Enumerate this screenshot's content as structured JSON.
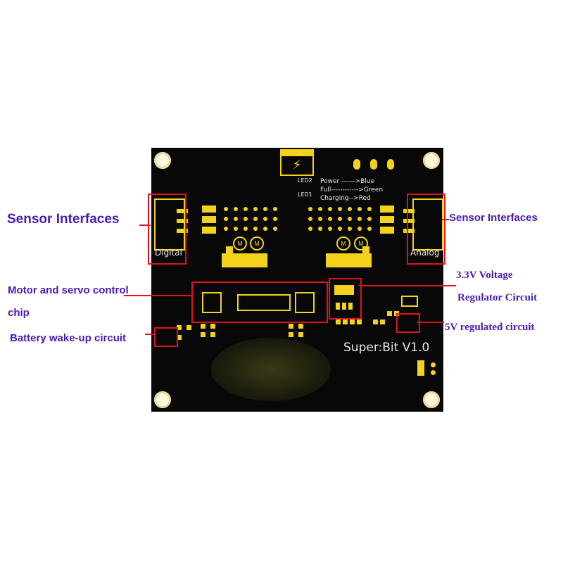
{
  "board": {
    "title": "Super:Bit  V1.0",
    "digital_label": "Digital",
    "analog_label": "Analog",
    "led2_label": "LED2",
    "led1_label": "LED1",
    "power_label": "Power ------>Blue",
    "full_label": "Full------------>Green",
    "charging_label": "Charging-->Red",
    "motor_symbol": "M",
    "power_icon": "lightning-bolt-icon"
  },
  "annotations": {
    "sensor_left": "Sensor Interfaces",
    "sensor_right": "Sensor Interfaces",
    "motor_line1": "Motor and servo control",
    "motor_line2": "chip",
    "battery": "Battery wake-up circuit",
    "reg33_line1": "3.3V Voltage",
    "reg33_line2": "Regulator Circuit",
    "reg5v": "5V regulated circuit"
  },
  "colors": {
    "annotation_text": "#4a1ab0",
    "highlight": "#e0131d",
    "board": "#080808",
    "copper": "#f2d21a"
  }
}
